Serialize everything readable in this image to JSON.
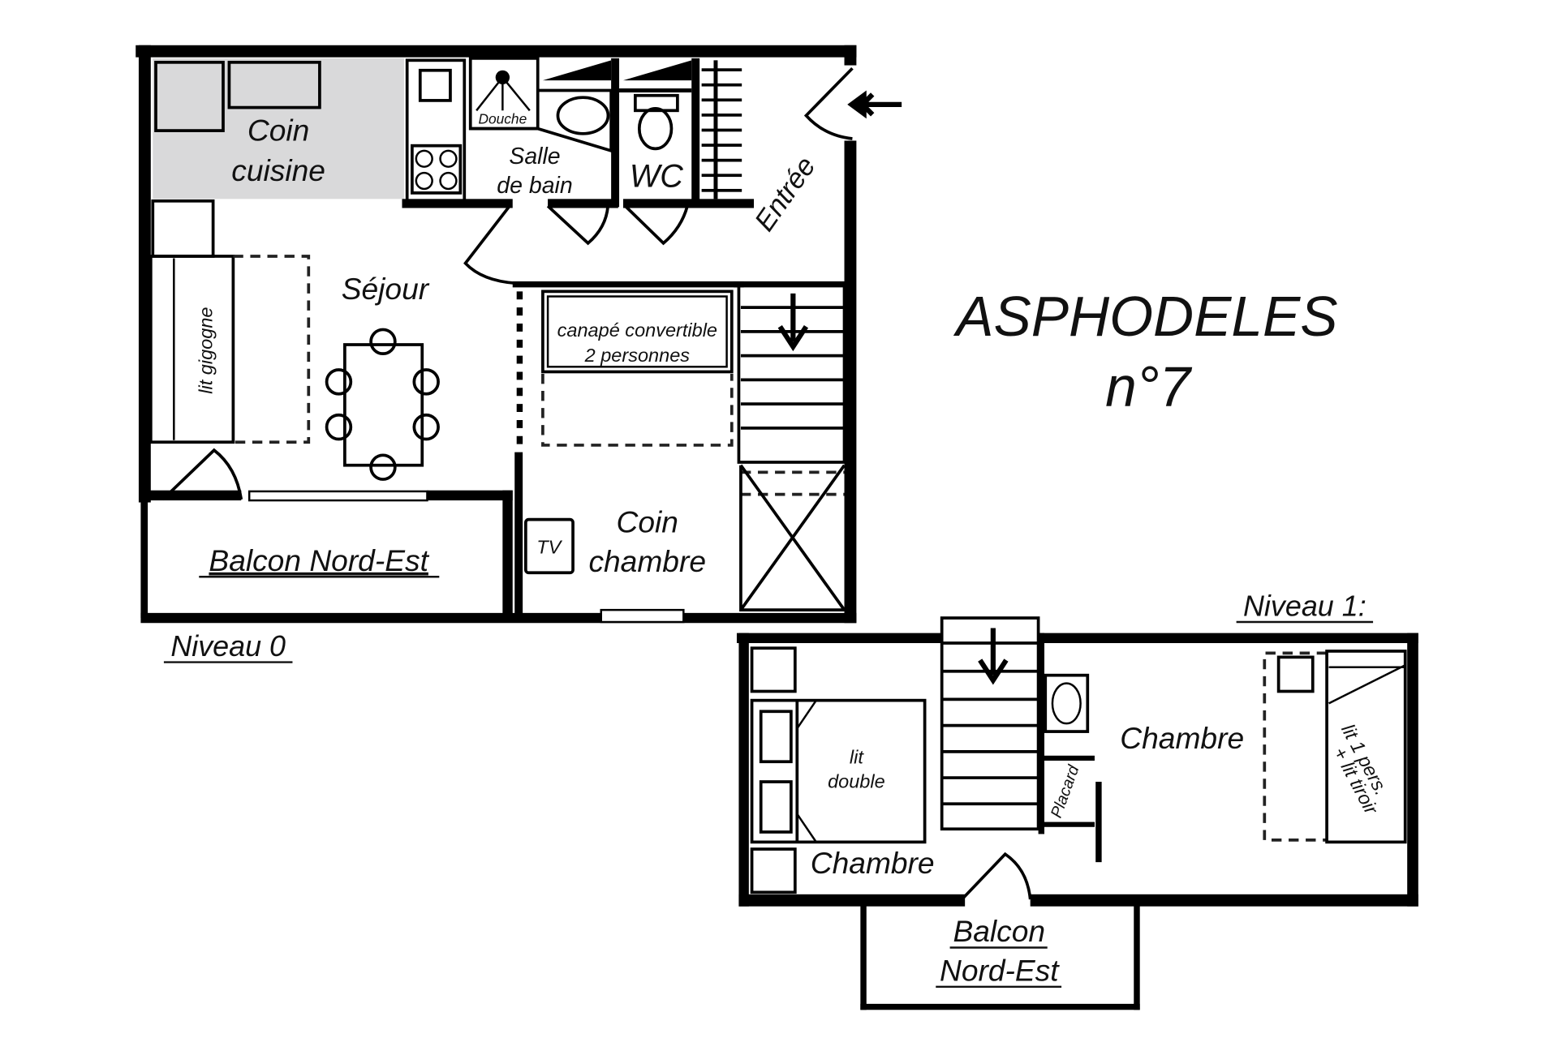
{
  "title": "ASPHODELES",
  "number": "n°7",
  "level0": {
    "label": "Niveau 0",
    "kitchen": [
      "Coin",
      "cuisine"
    ],
    "shower": "Douche",
    "bathroom": [
      "Salle",
      "de bain"
    ],
    "wc": "WC",
    "entrance": "Entrée",
    "living": "Séjour",
    "trundle_bed": "lit gigogne",
    "sofa_bed": [
      "canapé convertible",
      "2 personnes"
    ],
    "bedroom_corner": [
      "Coin",
      "chambre"
    ],
    "tv": "TV",
    "balcony": "Balcon Nord-Est"
  },
  "level1": {
    "label": "Niveau 1:",
    "bedroom_left": "Chambre",
    "double_bed": [
      "lit",
      "double"
    ],
    "bedroom_right": "Chambre",
    "single_bed": [
      "lit 1 pers.",
      "+ lit tiroir"
    ],
    "closet": "Placard",
    "balcony": [
      "Balcon",
      "Nord-Est"
    ]
  }
}
